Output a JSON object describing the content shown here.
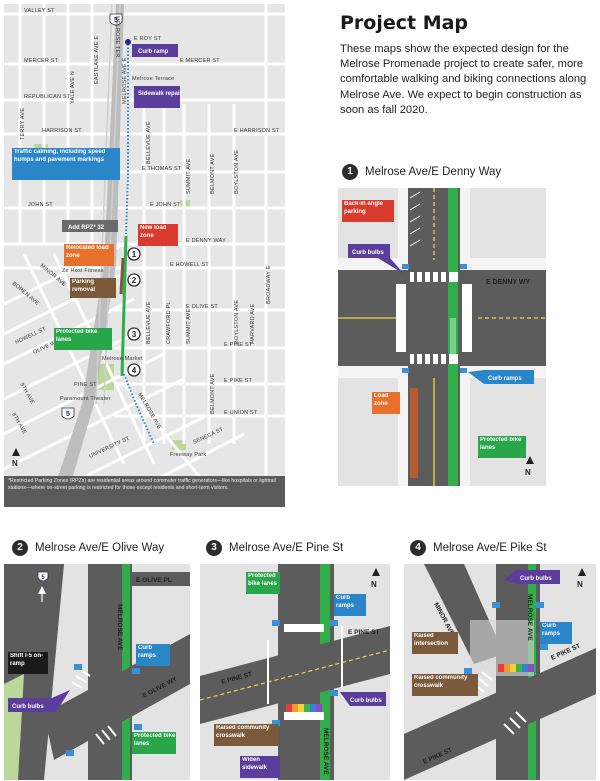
{
  "header": {
    "title": "Project Map",
    "intro": "These maps show the expected design for the Melrose Promenade project to create safer, more comfortable walking and biking connections along Melrose Ave. We expect to begin construction as soon as fall 2020."
  },
  "overview_map": {
    "streets": {
      "valley": "VALLEY ST",
      "mercer_w": "MERCER ST",
      "mercer_e": "E MERCER ST",
      "republican": "REPUBLICAN ST",
      "harrison": "HARRISON ST",
      "e_harrison": "E HARRISON ST",
      "e_roy": "E ROY ST",
      "e_thomas": "E THOMAS ST",
      "john": "JOHN ST",
      "e_john": "E JOHN ST",
      "e_denny": "E DENNY WAY",
      "e_howell": "E HOWELL ST",
      "e_olive": "E OLIVE ST",
      "e_pine": "E PINE ST",
      "e_pike": "E PIKE ST",
      "e_union": "E UNION ST",
      "pine": "PINE ST",
      "union": "UNIVERSITY ST",
      "seneca": "SENECA ST",
      "melrose": "MELROSE AVE E",
      "melrose_n": "MELROSE TER",
      "eastlake": "EASTLAKE AVE E",
      "yale": "YALE AVE N",
      "minor": "MINOR AVE",
      "boren": "BOREN AVE",
      "howell": "HOWELL ST",
      "olive": "OLIVE WAY",
      "ninth": "9TH AVE",
      "eighth": "8TH AVE",
      "bellevue": "BELLEVUE AVE",
      "summit": "SUMMIT AVE",
      "belmont": "BELMONT AVE",
      "boylston": "BOYLSTON AVE",
      "harvard": "HARVARD AVE",
      "broadway": "BROADWAY E",
      "crawford": "CRAWFORD PL",
      "terry": "TERRY AVE",
      "melrose_s": "MELROSE AVE"
    },
    "interstate": "5",
    "callouts": {
      "curb_ramp": "Curb ramp",
      "sidewalk_repair": "Sidewalk repair",
      "traffic_calming": "Traffic calming, including speed humps and pavement markings",
      "add_rpz": "Add RPZ* 32",
      "new_load_zone": "New load zone",
      "relocated_load_zone": "Relocated load zone",
      "parking_removal": "Parking removal",
      "protected_bike_lanes": "Protected bike lanes"
    },
    "landmarks": {
      "melrose_terrace": "Melrose Terrace",
      "ze_host": "Ze Host Fitness",
      "melrose_market": "Melrose Market",
      "paramount": "Paramount Theater",
      "freeway_park": "Freeway Park"
    },
    "markers": [
      "1",
      "2",
      "3",
      "4"
    ],
    "north": "N",
    "footnote": "*Restricted Parking Zones (RPZs) are residential areas around commuter traffic generators—like hospitals or lightrail stations—where on-street parking is restricted for those except residents and short-term visitors."
  },
  "detail_1": {
    "number": "1",
    "title": "Melrose Ave/E Denny Way",
    "street": "E DENNY WY",
    "callouts": {
      "angle_parking": "Back-in angle parking",
      "curb_bulbs": "Curb bulbs",
      "curb_ramps": "Curb ramps",
      "load_zone": "Load zone",
      "bike_lanes": "Protected bike lanes"
    },
    "north": "N"
  },
  "detail_2": {
    "number": "2",
    "title": "Melrose Ave/E Olive Way",
    "streets": {
      "olive_pl": "E OLIVE PL",
      "melrose": "MELROSE AVE",
      "olive_wy": "E OLIVE WY"
    },
    "shield": "5",
    "callouts": {
      "shift_ramp": "Shift I-5 on-ramp",
      "curb_ramps": "Curb ramps",
      "curb_bulbs": "Curb bulbs",
      "bike_lanes": "Protected bike lanes"
    },
    "north": "N"
  },
  "detail_3": {
    "number": "3",
    "title": "Melrose Ave/E Pine St",
    "streets": {
      "pine_e": "E PINE ST",
      "pine_w": "E PINE ST",
      "melrose": "MELROSE AVE"
    },
    "callouts": {
      "bike_lanes": "Protected bike lanes",
      "curb_ramps": "Curb ramps",
      "curb_bulbs": "Curb bulbs",
      "crosswalk": "Raised community crosswalk",
      "widen_sidewalk": "Widen sidewalk"
    },
    "north": "N"
  },
  "detail_4": {
    "number": "4",
    "title": "Melrose Ave/E Pike St",
    "streets": {
      "minor": "MINOR AVE",
      "melrose": "MELROSE AVE",
      "pike_e": "E PIKE ST",
      "pike_w": "E PIKE ST"
    },
    "callouts": {
      "curb_bulbs": "Curb bulbs",
      "curb_ramps": "Curb ramps",
      "raised_intersection": "Raised intersection",
      "crosswalk": "Raised community crosswalk"
    },
    "north": "N"
  },
  "colors": {
    "callout_purple": "#5b3d9c",
    "callout_blue": "#2a86c9",
    "callout_red": "#d83a2e",
    "callout_orange": "#e8702a",
    "callout_brown": "#7a5a3a",
    "callout_green": "#2aa64a",
    "callout_gray": "#6a6a6a",
    "bike_green": "#2fae4a",
    "ramp_blue": "#3a8fd6"
  }
}
